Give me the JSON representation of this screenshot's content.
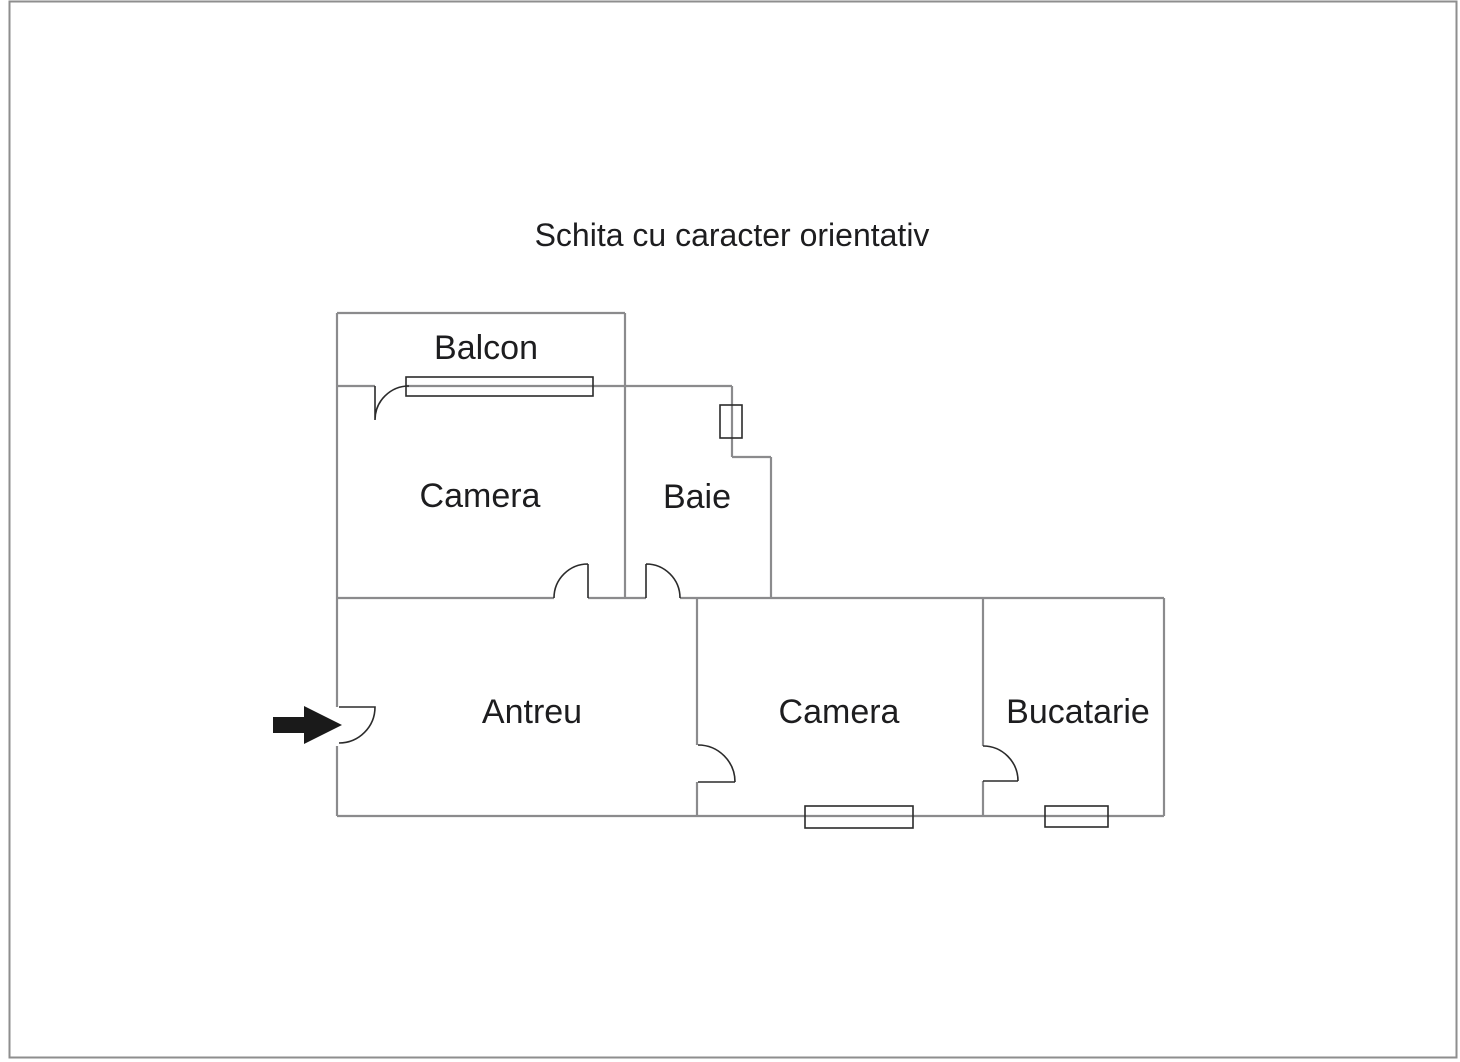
{
  "title": "Schita cu caracter orientativ",
  "floorplan": {
    "rooms": [
      {
        "id": "balcon",
        "label": "Balcon"
      },
      {
        "id": "camera-top",
        "label": "Camera"
      },
      {
        "id": "baie",
        "label": "Baie"
      },
      {
        "id": "antreu",
        "label": "Antreu"
      },
      {
        "id": "camera-bottom",
        "label": "Camera"
      },
      {
        "id": "bucatarie",
        "label": "Bucatarie"
      }
    ],
    "icons": {
      "entrance_arrow": "right-pointing filled arrow marking the entrance door"
    },
    "colors": {
      "wall": "#8b8b8d",
      "detail": "#2b2b2b",
      "text": "#1d1d1f",
      "arrow": "#1a1a1a",
      "page_border": "#8e8e8e",
      "background": "#ffffff"
    }
  }
}
